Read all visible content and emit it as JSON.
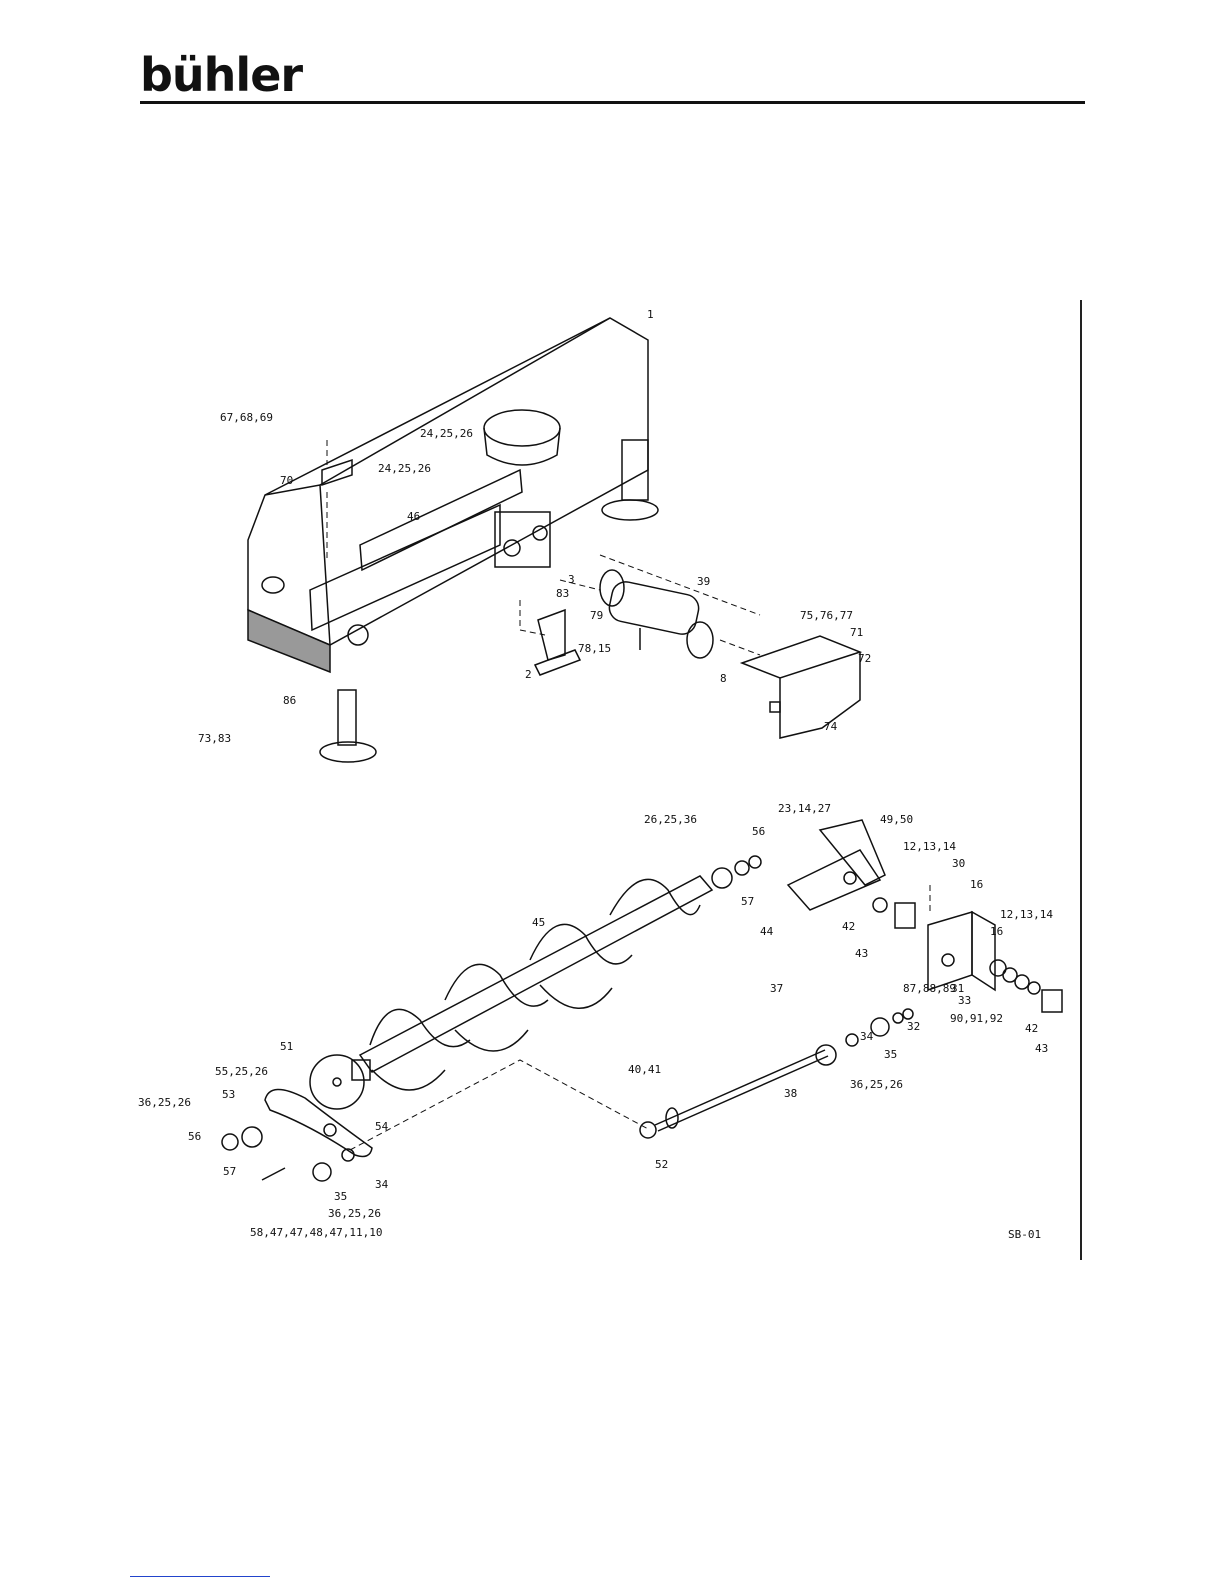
{
  "brand": {
    "logo": "bühler"
  },
  "drawing_code": "SB-01",
  "callouts": {
    "c1": "1",
    "c67": "67,68,69",
    "c24a": "24,25,26",
    "c24b": "24,25,26",
    "c70": "70",
    "c46": "46",
    "c3": "3",
    "c83": "83",
    "c39": "39",
    "c79": "79",
    "c7815": "78,15",
    "c2": "2",
    "c8": "8",
    "c75": "75,76,77",
    "c71": "71",
    "c72": "72",
    "c74": "74",
    "c86": "86",
    "c7383": "73,83",
    "c26": "26,25,36",
    "c56a": "56",
    "c23": "23,14,27",
    "c49": "49,50",
    "c12a": "12,13,14",
    "c30": "30",
    "c16a": "16",
    "c57a": "57",
    "c45": "45",
    "c42a": "42",
    "c44": "44",
    "c43a": "43",
    "c12b": "12,13,14",
    "c16b": "16",
    "c31": "31",
    "c33": "33",
    "c87": "87,88,89",
    "c90": "90,91,92",
    "c42b": "42",
    "c43b": "43",
    "c37": "37",
    "c34a": "34",
    "c32": "32",
    "c35a": "35",
    "c3625a": "36,25,26",
    "c38": "38",
    "c40": "40,41",
    "c51": "51",
    "c55": "55,25,26",
    "c3625b": "36,25,26",
    "c53": "53",
    "c56b": "56",
    "c57b": "57",
    "c54": "54",
    "c34b": "34",
    "c35b": "35",
    "c3625c": "36,25,26",
    "c58": "58,47,47,48,47,11,10",
    "c52": "52"
  }
}
